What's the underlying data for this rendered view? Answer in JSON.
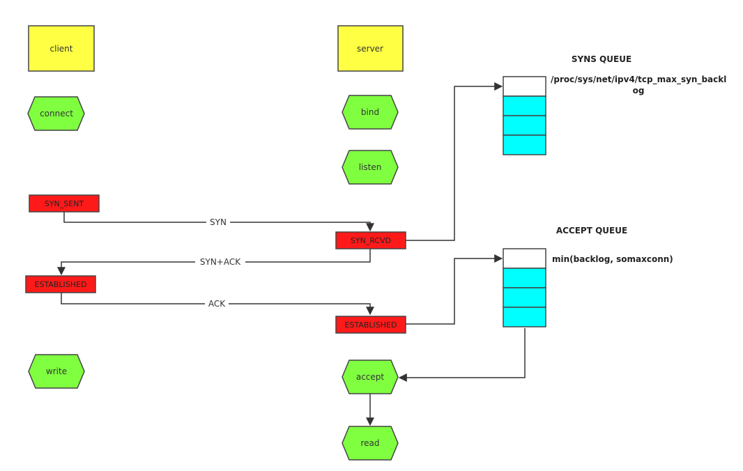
{
  "colors": {
    "actor_fill": "#ffff44",
    "call_fill": "#7fff40",
    "state_fill": "#ff1a1a",
    "queue_slot_fill": "#00ffff",
    "queue_head_fill": "#ffffff",
    "line": "#333333"
  },
  "actors": {
    "client": "client",
    "server": "server"
  },
  "client_calls": {
    "connect": "connect",
    "write": "write"
  },
  "server_calls": {
    "bind": "bind",
    "listen": "listen",
    "accept": "accept",
    "read": "read"
  },
  "states": {
    "client_syn_sent": "SYN_SENT",
    "server_syn_rcvd": "SYN_RCVD",
    "client_established": "ESTABLISHED",
    "server_established": "ESTABLISHED"
  },
  "messages": {
    "syn": "SYN",
    "syn_ack": "SYN+ACK",
    "ack": "ACK"
  },
  "syns_queue": {
    "title": "SYNS QUEUE",
    "note_line1": "/proc/sys/net/ipv4/tcp_max_syn_backl",
    "note_line2": "og",
    "slots": 3
  },
  "accept_queue": {
    "title": "ACCEPT QUEUE",
    "note": "min(backlog, somaxconn)",
    "slots": 3
  }
}
